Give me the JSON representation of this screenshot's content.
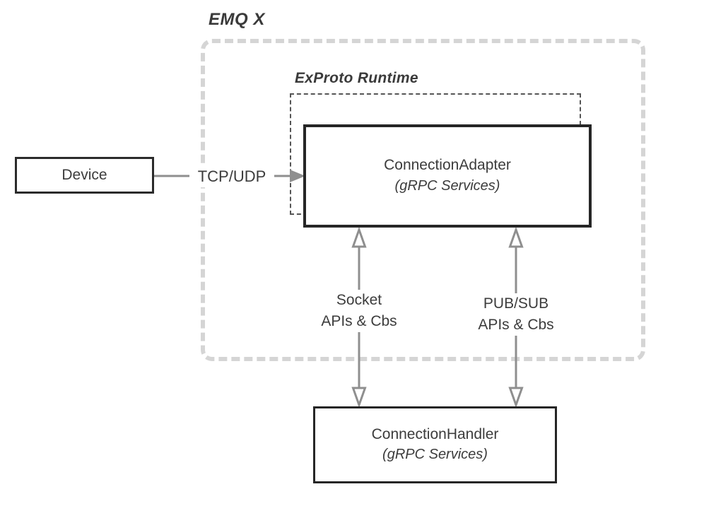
{
  "diagram": {
    "title": "EMQ X",
    "runtime_label": "ExProto Runtime",
    "nodes": {
      "device": {
        "label": "Device"
      },
      "adapter": {
        "label": "ConnectionAdapter",
        "sublabel": "(gRPC Services)"
      },
      "handler": {
        "label": "ConnectionHandler",
        "sublabel": "(gRPC Services)"
      }
    },
    "edges": {
      "tcp": {
        "label": "TCP/UDP"
      },
      "socket": {
        "line1": "Socket",
        "line2": "APIs & Cbs"
      },
      "pubsub": {
        "line1": "PUB/SUB",
        "line2": "APIs & Cbs"
      }
    },
    "colors": {
      "box_border": "#2b2b2b",
      "text": "#3c3c3c",
      "arrow": "#8f8f8f",
      "outer_dash": "#d5d5d5",
      "inner_dash": "#555555"
    }
  }
}
